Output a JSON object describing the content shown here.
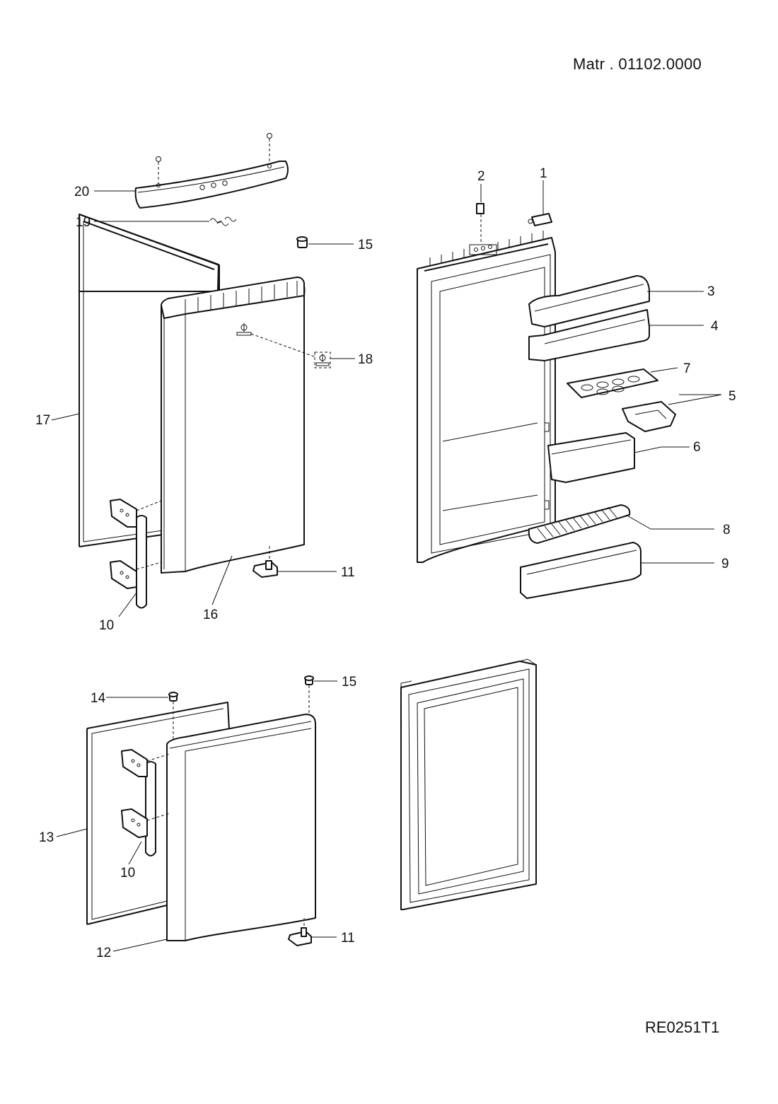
{
  "header": {
    "matr": "Matr . 01102.0000"
  },
  "footer": {
    "reference": "RE0251T1"
  },
  "callouts": {
    "c1": "1",
    "c2": "2",
    "c3": "3",
    "c4": "4",
    "c5": "5",
    "c6": "6",
    "c7": "7",
    "c8": "8",
    "c9": "9",
    "c10a": "10",
    "c10b": "10",
    "c11a": "11",
    "c11b": "11",
    "c12": "12",
    "c13": "13",
    "c14": "14",
    "c15a": "15",
    "c15b": "15",
    "c16": "16",
    "c17": "17",
    "c18": "18",
    "c19": "19",
    "c20": "20"
  }
}
